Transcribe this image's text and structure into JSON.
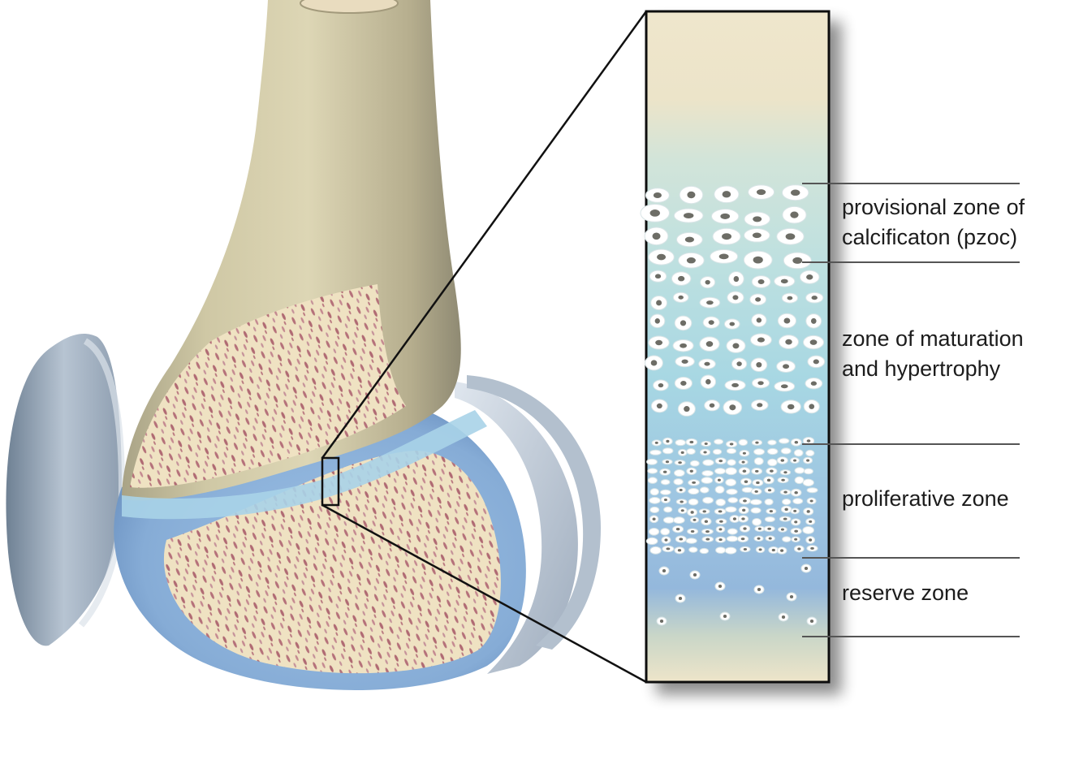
{
  "zones": [
    {
      "id": "pzoc",
      "lines": [
        "provisional zone of",
        "calcificaton (pzoc)"
      ]
    },
    {
      "id": "maturation",
      "lines": [
        "zone of maturation",
        "and hypertrophy"
      ]
    },
    {
      "id": "proliferative",
      "lines": [
        "proliferative zone"
      ]
    },
    {
      "id": "reserve",
      "lines": [
        "reserve zone"
      ]
    }
  ],
  "colors": {
    "bone_shaft": "#cfc7a2",
    "cancellous_bone": "#efe2c2",
    "trabecular_marks": "#b5717a",
    "cartilage_blue": "#8fb8de",
    "growth_plate": "#a9d3e8",
    "meniscus": "#aab8c8",
    "outline": "#111111",
    "leader_line": "#555555"
  }
}
